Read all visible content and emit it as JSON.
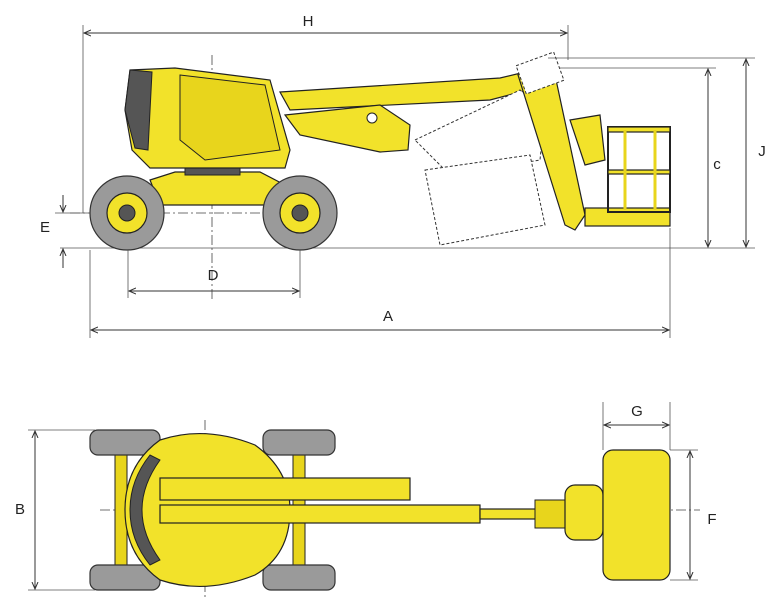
{
  "diagram": {
    "labels": {
      "H": "H",
      "J": "J",
      "c": "c",
      "E": "E",
      "D": "D",
      "A": "A",
      "B": "B",
      "G": "G",
      "F": "F"
    },
    "colors": {
      "machine": "#f2e22a",
      "tire": "#9a9a9a"
    }
  }
}
